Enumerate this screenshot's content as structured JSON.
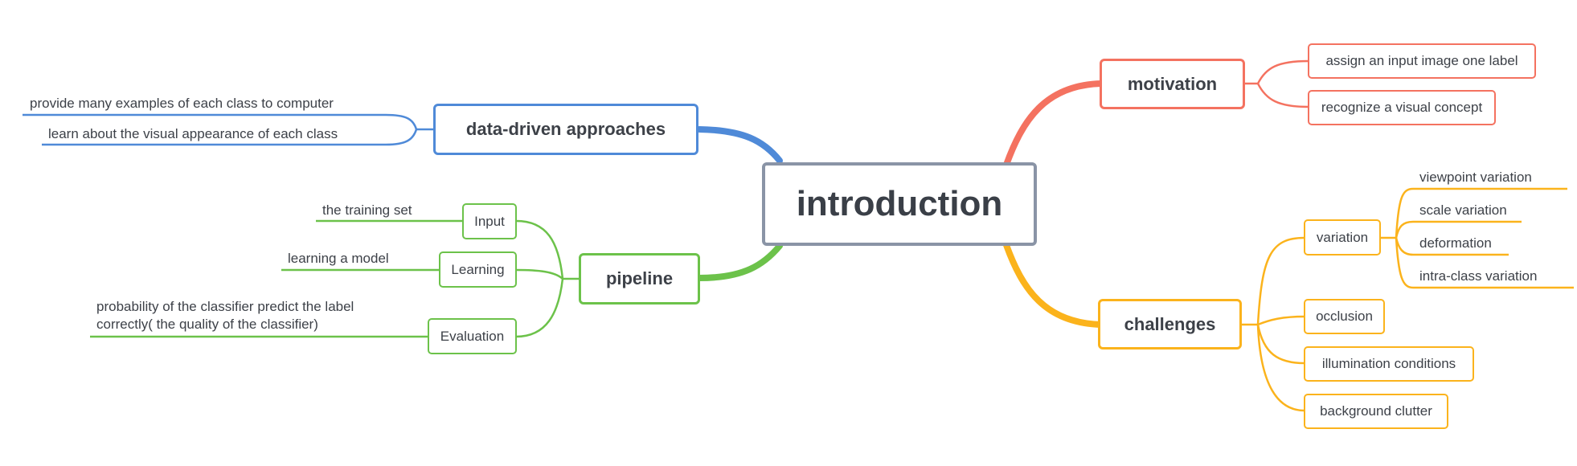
{
  "colors": {
    "root_border": "#8a94a6",
    "motivation": "#f47260",
    "challenges": "#fbb31c",
    "pipeline": "#6cc24a",
    "data_driven": "#4f8ad8",
    "text": "#3d4148"
  },
  "root": {
    "label": "introduction"
  },
  "motivation": {
    "label": "motivation",
    "items": [
      "assign an input image one label",
      "recognize a visual concept"
    ]
  },
  "challenges": {
    "label": "challenges",
    "variation": {
      "label": "variation",
      "items": [
        "viewpoint variation",
        "scale variation",
        "deformation",
        "intra-class variation"
      ]
    },
    "occlusion": "occlusion",
    "illumination": "illumination conditions",
    "background": "background clutter"
  },
  "data_driven": {
    "label": "data-driven approaches",
    "items": [
      "provide many examples of each class to computer",
      "learn about the visual appearance of each class"
    ]
  },
  "pipeline": {
    "label": "pipeline",
    "input": {
      "label": "Input",
      "detail": "the training set"
    },
    "learning": {
      "label": "Learning",
      "detail": "learning a model"
    },
    "evaluation": {
      "label": "Evaluation",
      "detail_line1": "probability of the classifier predict the label",
      "detail_line2": "correctly( the quality of the classifier)"
    }
  }
}
